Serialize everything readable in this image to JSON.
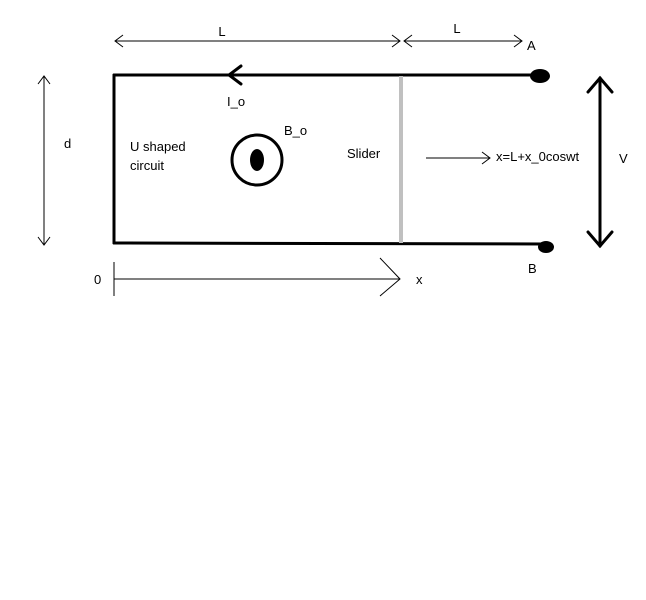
{
  "labels": {
    "length_top_left": "L",
    "length_top_right": "L",
    "terminal_a": "A",
    "terminal_b": "B",
    "separation": "d",
    "current": "I_o",
    "field": "B_o",
    "circuit_line1": "U shaped",
    "circuit_line2": "circuit",
    "slider": "Slider",
    "position": "x=L+x_0coswt",
    "voltage": "V",
    "origin": "0",
    "x_axis": "x"
  },
  "colors": {
    "wire": "#000000",
    "slider": "#c0c0c0",
    "background": "#ffffff"
  },
  "icons": {
    "field": "field-out-of-page-icon",
    "current_direction": "arrowhead-left-icon",
    "terminal": "terminal-dot-icon"
  }
}
